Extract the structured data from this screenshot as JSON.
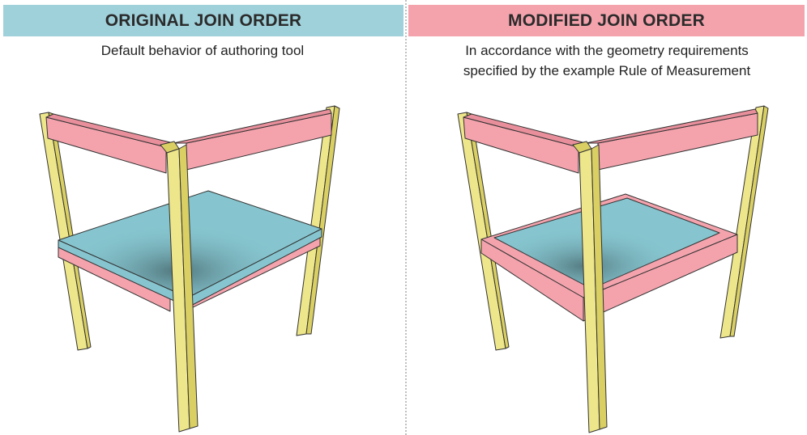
{
  "panels": [
    {
      "title": "ORIGINAL JOIN ORDER",
      "caption_lines": [
        "Default behavior of authoring tool"
      ],
      "banner_color": "#9fd1db"
    },
    {
      "title": "MODIFIED JOIN ORDER",
      "caption_lines": [
        "In accordance with the geometry requirements",
        "specified by the example Rule of Measurement"
      ],
      "banner_color": "#f4a3ad"
    }
  ],
  "colors": {
    "leg": "#eee68a",
    "leg_side": "#d9cf63",
    "rail": "#f4a3ad",
    "rail_side": "#e88f9b",
    "shelf": "#86c5cf",
    "outline": "#333333",
    "divider": "#bfbfbf"
  }
}
